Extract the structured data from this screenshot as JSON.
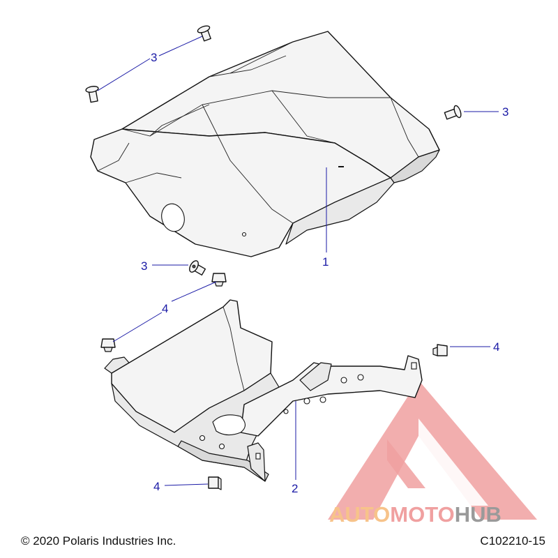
{
  "callouts": [
    {
      "label": "1"
    },
    {
      "label": "2"
    },
    {
      "label": "3"
    },
    {
      "label": "3"
    },
    {
      "label": "3"
    },
    {
      "label": "4"
    },
    {
      "label": "4"
    },
    {
      "label": "4"
    }
  ],
  "watermark": {
    "text_a": "AUTO",
    "text_b": "MOTO",
    "text_c": "HUB",
    "color_primary": "#f0a0a0",
    "color_accent": "#f7c38a",
    "color_dark": "#9a9a9a"
  },
  "footer": {
    "copyright": "© 2020 Polaris Industries Inc.",
    "drawing_id": "C102210-15"
  }
}
